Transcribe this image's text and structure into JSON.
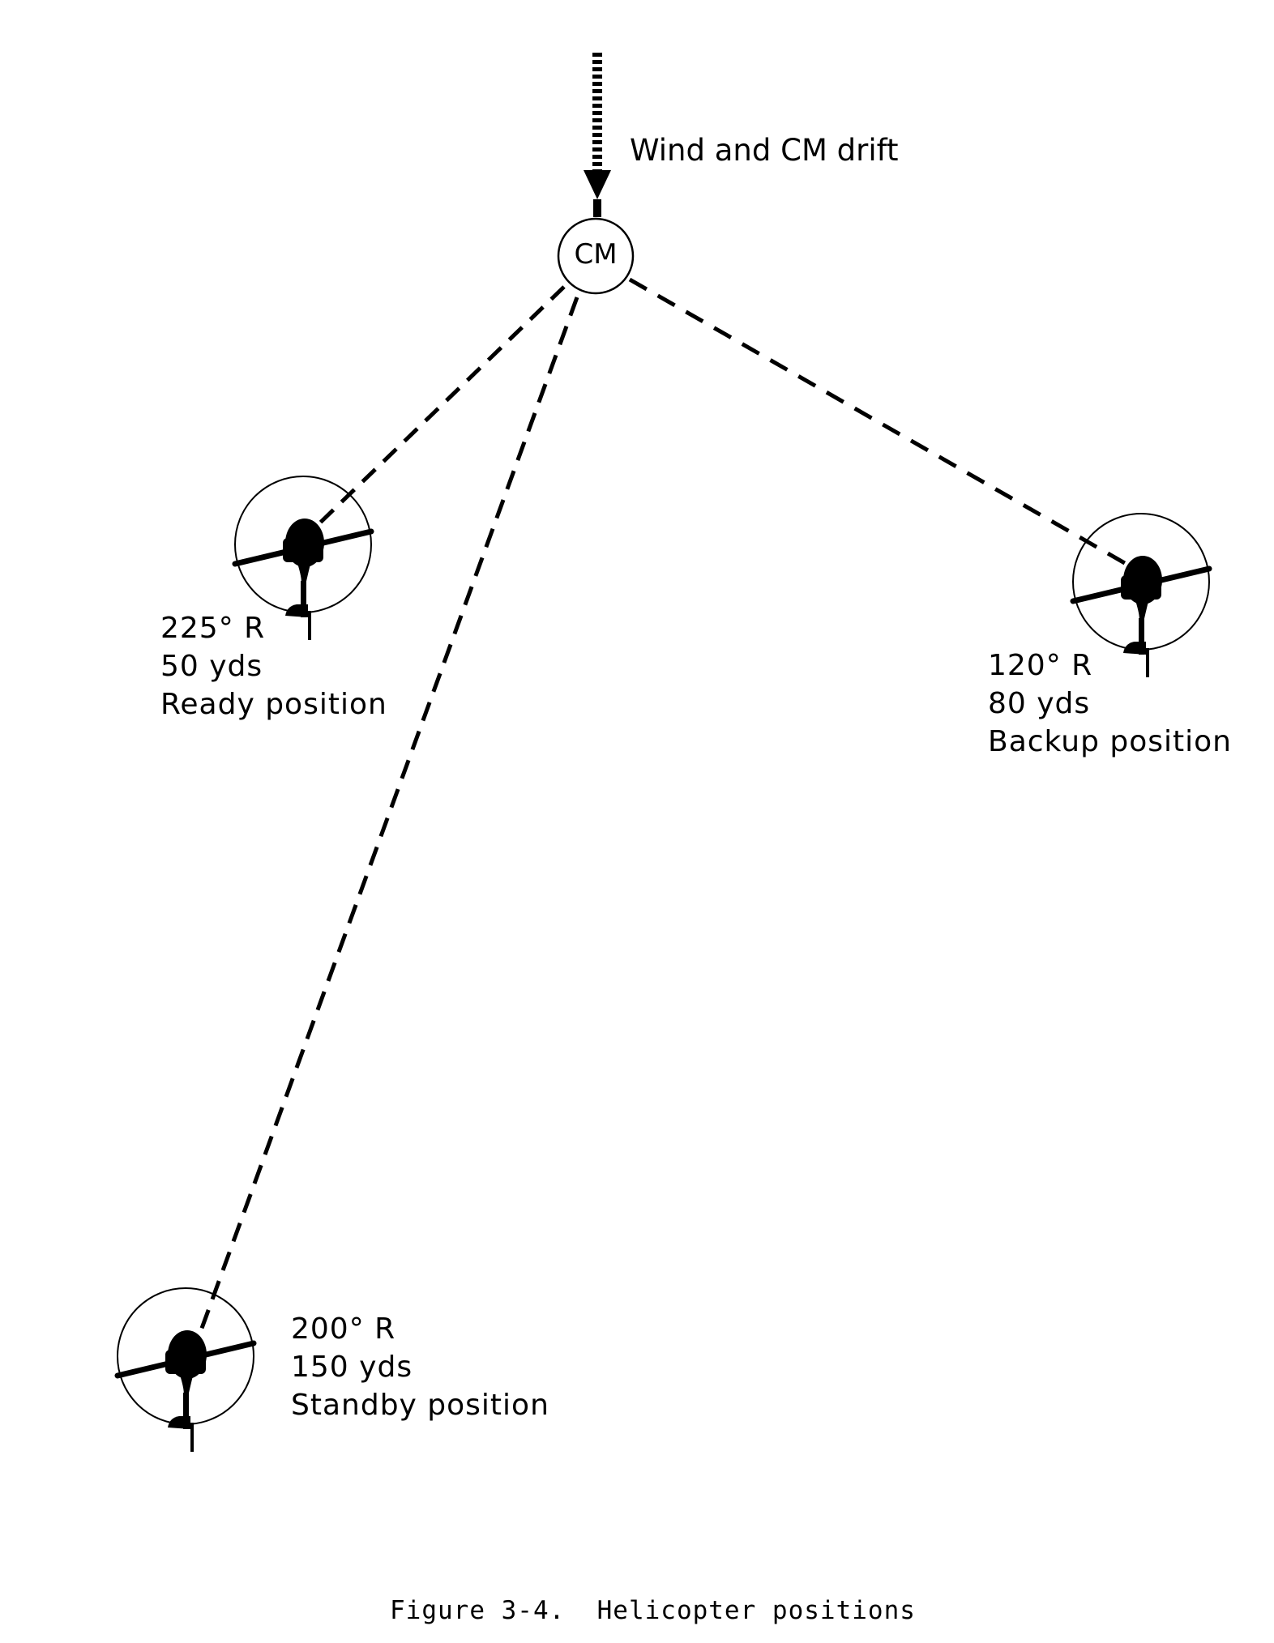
{
  "diagram": {
    "wind_label": "Wind and CM drift",
    "cm_label": "CM",
    "positions": [
      {
        "name": "ready",
        "bearing": "225° R",
        "distance": "50 yds",
        "role": "Ready position"
      },
      {
        "name": "backup",
        "bearing": "120° R",
        "distance": "80 yds",
        "role": "Backup position"
      },
      {
        "name": "standby",
        "bearing": "200° R",
        "distance": "150 yds",
        "role": "Standby position"
      }
    ],
    "caption": "Figure 3-4.  Helicopter positions"
  }
}
